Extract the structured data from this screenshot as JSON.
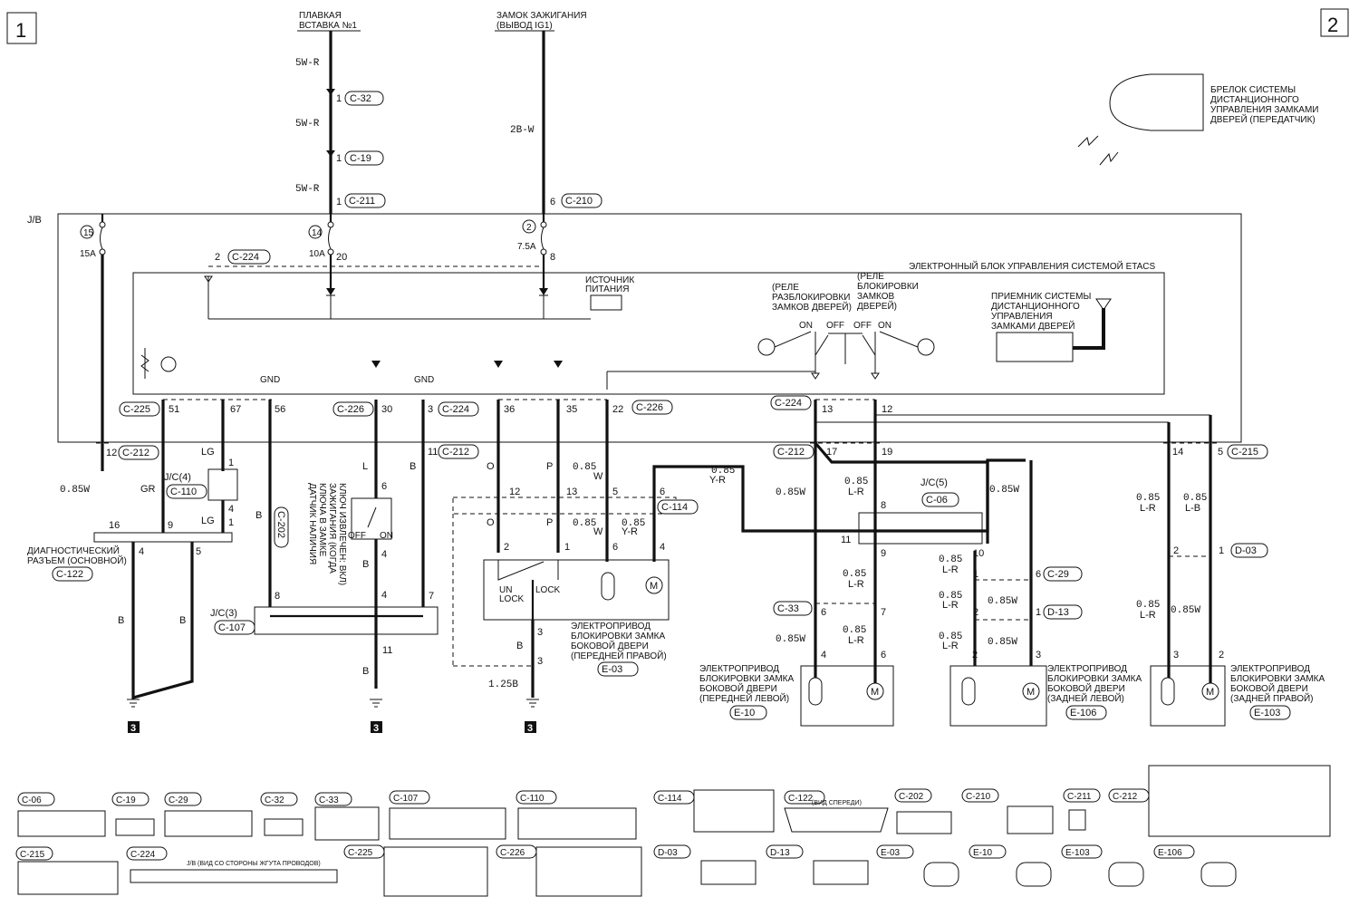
{
  "page_nums": [
    "1",
    "2"
  ],
  "top_labels": {
    "fuse": [
      "ПЛАВКАЯ",
      "ВСТАВКА №1"
    ],
    "ign": [
      "ЗАМОК ЗАЖИГАНИЯ",
      "(ВЫВОД IG1)"
    ],
    "remote": [
      "БРЕЛОК СИСТЕМЫ",
      "ДИСТАНЦИОННОГО",
      "УПРАВЛЕНИЯ ЗАМКАМИ",
      "ДВЕРЕЙ (ПЕРЕДАТЧИК)"
    ]
  },
  "jb": {
    "label": "J/B",
    "fuses": [
      {
        "num": "15",
        "amp": "15A"
      },
      {
        "num": "14",
        "amp": "10A"
      },
      {
        "num": "2",
        "amp": "7.5A"
      }
    ]
  },
  "etacs": {
    "title": "ЭЛЕКТРОННЫЙ БЛОК УПРАВЛЕНИЯ СИСТЕМОЙ ETACS",
    "power": [
      "ИСТОЧНИК",
      "ПИТАНИЯ"
    ],
    "relay_unlock": [
      "(РЕЛЕ",
      "РАЗБЛОКИРОВКИ",
      "ЗАМКОВ ДВЕРЕЙ)"
    ],
    "relay_lock": [
      "(РЕЛЕ",
      "БЛОКИРОВКИ",
      "ЗАМКОВ",
      "ДВЕРЕЙ)"
    ],
    "receiver": [
      "ПРИЕМНИК СИСТЕМЫ",
      "ДИСТАНЦИОННОГО",
      "УПРАВЛЕНИЯ",
      "ЗАМКАМИ ДВЕРЕЙ"
    ],
    "on": "ON",
    "off": "OFF",
    "gnd": "GND"
  },
  "connectors": {
    "c32": "C-32",
    "c19": "C-19",
    "c211": "C-211",
    "c210": "C-210",
    "c224": "C-224",
    "c225": "C-225",
    "c226": "C-226",
    "c212": "C-212",
    "c215": "C-215",
    "c110": "C-110",
    "c122": "C-122",
    "c202": "C-202",
    "c107": "C-107",
    "c114": "C-114",
    "c06": "C-06",
    "c29": "C-29",
    "c33": "C-33",
    "d13": "D-13",
    "d03": "D-03",
    "e03": "E-03",
    "e10": "E-10",
    "e106": "E-106",
    "e103": "E-103"
  },
  "pins": {
    "p1": "1",
    "p2": "2",
    "p3": "3",
    "p4": "4",
    "p5": "5",
    "p6": "6",
    "p7": "7",
    "p8": "8",
    "p9": "9",
    "p10": "10",
    "p11": "11",
    "p12": "12",
    "p13": "13",
    "p14": "14",
    "p16": "16",
    "p17": "17",
    "p19": "19",
    "p20": "20",
    "p22": "22",
    "p30": "30",
    "p35": "35",
    "p36": "36",
    "p51": "51",
    "p56": "56",
    "p67": "67"
  },
  "wires": {
    "w5wr": "5W-R",
    "w2bw": "2B-W",
    "w085w": "0.85W",
    "w085w_a": "0.85",
    "gr": "GR",
    "lg": "LG",
    "b": "B",
    "l": "L",
    "o": "O",
    "p": "P",
    "w": "W",
    "yr": "Y-R",
    "lr": "L-R",
    "lb": "L-B",
    "w125b": "1.25B"
  },
  "components": {
    "jc4": "J/C(4)",
    "jc3": "J/C(3)",
    "jc5": "J/C(5)",
    "diag": [
      "ДИАГНОСТИЧЕСКИЙ",
      "РАЗЪЕМ (ОСНОВНОЙ)"
    ],
    "key_sensor": [
      "ДАТЧИК НАЛИЧИЯ",
      "КЛЮЧА В ЗАМКЕ",
      "ЗАЖИГАНИЯ (КОГДА",
      "КЛЮЧ ИЗВЛЕЧЕН: ВКЛ)"
    ],
    "unlock": "UN LOCK",
    "lock": "LOCK",
    "act_fr": [
      "ЭЛЕКТРОПРИВОД",
      "БЛОКИРОВКИ ЗАМКА",
      "БОКОВОЙ ДВЕРИ",
      "(ПЕРЕДНЕЙ ПРАВОЙ)"
    ],
    "act_fl": [
      "ЭЛЕКТРОПРИВОД",
      "БЛОКИРОВКИ ЗАМКА",
      "БОКОВОЙ ДВЕРИ",
      "(ПЕРЕДНЕЙ ЛЕВОЙ)"
    ],
    "act_rl": [
      "ЭЛЕКТРОПРИВОД",
      "БЛОКИРОВКИ ЗАМКА",
      "БОКОВОЙ ДВЕРИ",
      "(ЗАДНЕЙ ЛЕВОЙ)"
    ],
    "act_rr": [
      "ЭЛЕКТРОПРИВОД",
      "БЛОКИРОВКИ ЗАМКА",
      "БОКОВОЙ ДВЕРИ",
      "(ЗАДНЕЙ ПРАВОЙ)"
    ],
    "motor": "M",
    "ground_ref": "3"
  },
  "legend": {
    "row1": [
      "C-06",
      "C-19",
      "C-29",
      "C-32",
      "C-33",
      "C-107",
      "C-110",
      "C-114",
      "C-122",
      "C-202",
      "C-210",
      "C-211",
      "C-212"
    ],
    "row2": [
      "C-215",
      "C-224",
      "C-225",
      "C-226",
      "D-03",
      "D-13",
      "E-03",
      "E-10",
      "E-103",
      "E-106"
    ],
    "c122_note": "(ВИД СПЕРЕДИ)",
    "jb_note": "J/B (ВИД СО СТОРОНЫ ЖГУТА ПРОВОДОВ)"
  }
}
